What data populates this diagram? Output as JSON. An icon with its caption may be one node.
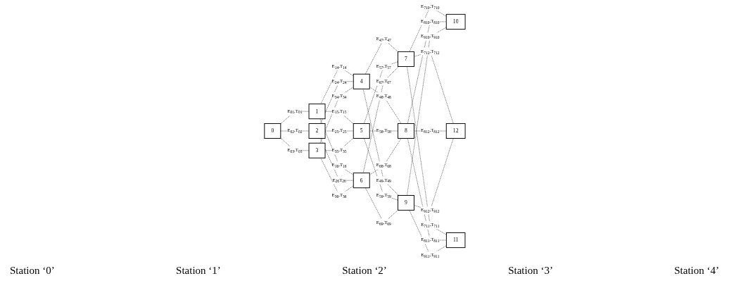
{
  "diagram": {
    "nodes": [
      {
        "text": [
          "0"
        ]
      },
      {
        "text": [
          "1"
        ]
      },
      {
        "text": [
          "2"
        ]
      },
      {
        "text": [
          "3"
        ]
      },
      {
        "text": [
          "4"
        ]
      },
      {
        "text": [
          "5"
        ]
      },
      {
        "text": [
          "6"
        ]
      },
      {
        "text": [
          "7"
        ]
      },
      {
        "text": [
          "8"
        ]
      },
      {
        "text": [
          "9"
        ]
      },
      {
        "text": [
          "10"
        ]
      },
      {
        "text": [
          "11"
        ]
      },
      {
        "text": [
          "12"
        ]
      }
    ],
    "edges": [
      {
        "from": 0,
        "to": 1,
        "arrow": "none",
        "style": "dashed",
        "label": "E$_{01}$,T$_{01}$"
      },
      {
        "from": 0,
        "to": 2,
        "arrow": "none",
        "style": "dashed",
        "label": "E$_{02}$,T$_{02}$"
      },
      {
        "from": 0,
        "to": 3,
        "arrow": "none",
        "style": "dashed",
        "label": "E$_{03}$,T$_{03}$"
      },
      {
        "from": 1,
        "to": 4,
        "arrow": "none",
        "style": "dashed",
        "label": "E$_{14}$,T$_{14}$"
      },
      {
        "from": 1,
        "to": 6,
        "arrow": "none",
        "style": "dashed",
        "label": "E$_{16}$,T$_{16}$"
      },
      {
        "from": 2,
        "to": 4,
        "arrow": "none",
        "style": "dashed",
        "label": "E$_{24}$,T$_{24}$"
      },
      {
        "from": 1,
        "to": 5,
        "arrow": "none",
        "style": "dashed",
        "label": "E$_{15}$,T$_{15}$"
      },
      {
        "from": 2,
        "to": 5,
        "arrow": "none",
        "style": "dashed",
        "label": "E$_{25}$,T$_{25}$"
      },
      {
        "from": 2,
        "to": 6,
        "arrow": "none",
        "style": "dashed",
        "label": "E$_{26}$T$_{26}$"
      },
      {
        "from": 3,
        "to": 5,
        "arrow": "none",
        "style": "dashed",
        "label": "E$_{35}$,T$_{35}$"
      },
      {
        "from": 3,
        "to": 4,
        "arrow": "none",
        "style": "dashed",
        "label": "E$_{34}$,T$_{34}$"
      },
      {
        "from": 3,
        "to": 6,
        "arrow": "none",
        "style": "dashed",
        "label": "E$_{36}$,T$_{36}$"
      },
      {
        "from": 4,
        "to": 7,
        "arrow": "none",
        "style": "dashed",
        "label": "E$_{47}$,T$_{47}$"
      },
      {
        "from": 4,
        "to": 9,
        "arrow": "none",
        "style": "dashed",
        "label": "E$_{49}$,T$_{49}$"
      },
      {
        "from": 5,
        "to": 7,
        "arrow": "none",
        "style": "dashed",
        "label": "E$_{57}$,T$_{57}$"
      },
      {
        "from": 4,
        "to": 8,
        "arrow": "none",
        "style": "dashed",
        "label": "E$_{48}$,T$_{48}$"
      },
      {
        "from": 5,
        "to": 8,
        "arrow": "none",
        "style": "dashed",
        "label": "E$_{58}$,T$_{58}$"
      },
      {
        "from": 5,
        "to": 9,
        "arrow": "none",
        "style": "dashed",
        "label": "E$_{59}$,T$_{59}$"
      },
      {
        "from": 6,
        "to": 8,
        "arrow": "none",
        "style": "dashed",
        "label": "E$_{68}$,T$_{68}$"
      },
      {
        "from": 6,
        "to": 7,
        "arrow": "none",
        "style": "dashed",
        "label": "E$_{67}$,T$_{67}$"
      },
      {
        "from": 6,
        "to": 9,
        "arrow": "none",
        "style": "dashed",
        "label": "E$_{69}$,T$_{69}$"
      },
      {
        "from": 7,
        "to": 10,
        "arrow": "none",
        "style": "dashed",
        "label": "E$_{710}$,T$_{710}$"
      },
      {
        "from": 7,
        "to": 12,
        "arrow": "none",
        "style": "dashed",
        "label": "E$_{712}$,T$_{712}$"
      },
      {
        "from": 8,
        "to": 10,
        "arrow": "none",
        "style": "dashed",
        "label": "E$_{810}$,T$_{810}$"
      },
      {
        "from": 7,
        "to": 11,
        "arrow": "none",
        "style": "dashed",
        "label": "E$_{711}$,T$_{711}$"
      },
      {
        "from": 8,
        "to": 11,
        "arrow": "none",
        "style": "dashed",
        "label": "E$_{811}$,T$_{811}$"
      },
      {
        "from": 8,
        "to": 12,
        "arrow": "none",
        "style": "dashed",
        "label": "E$_{812}$,T$_{812}$"
      },
      {
        "from": 9,
        "to": 11,
        "arrow": "none",
        "style": "dashed",
        "label": "E$_{911}$,T$_{911}$"
      },
      {
        "from": 9,
        "to": 10,
        "arrow": "none",
        "style": "dashed",
        "label": "E$_{910}$,T$_{910}$"
      },
      {
        "from": 9,
        "to": 12,
        "arrow": "none",
        "style": "dashed",
        "label": "E$_{912}$,T$_{912}$"
      }
    ],
    "labels": [
      "Station ‘0’",
      "Station ‘1’",
      "Station ‘2’",
      "Station ‘3’",
      "Station ‘4’"
    ]
  }
}
